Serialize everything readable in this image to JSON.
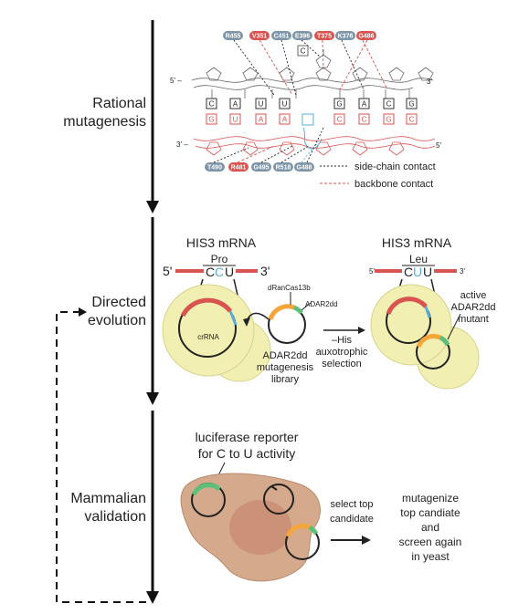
{
  "stages": {
    "rational": [
      "Rational",
      "mutagenesis"
    ],
    "directed": [
      "Directed",
      "evolution"
    ],
    "mammalian": [
      "Mammalian",
      "validation"
    ]
  },
  "rational": {
    "top_residues": [
      {
        "label": "R455",
        "color": "#7d95a6"
      },
      {
        "label": "V351",
        "color": "#d9534f"
      },
      {
        "label": "C451",
        "color": "#7d95a6"
      },
      {
        "label": "E396",
        "color": "#7d95a6"
      },
      {
        "label": "T375",
        "color": "#d9534f"
      },
      {
        "label": "K376",
        "color": "#7d95a6"
      },
      {
        "label": "G486",
        "color": "#d9534f"
      }
    ],
    "bottom_residues": [
      {
        "label": "T490",
        "color": "#7d95a6"
      },
      {
        "label": "R481",
        "color": "#d9534f"
      },
      {
        "label": "G495",
        "color": "#7d95a6"
      },
      {
        "label": "R518",
        "color": "#7d95a6"
      },
      {
        "label": "G488",
        "color": "#7d95a6"
      }
    ],
    "top_strand_bases": [
      "C",
      "A",
      "U",
      "U",
      "C",
      "G",
      "A",
      "C",
      "G"
    ],
    "bottom_strand_bases": [
      "G",
      "U",
      "A",
      "A",
      "C",
      "C",
      "G",
      "C"
    ],
    "single_base": "C",
    "top_5": "5' –",
    "top_3": "3'",
    "bottom_3": "3' –",
    "bottom_5": "5'",
    "legend": {
      "side_chain": "side-chain contact",
      "backbone": "backbone contact"
    }
  },
  "directed": {
    "left_mrna_title": "HIS3 mRNA",
    "left_aa": "Pro",
    "left_codon": [
      "C",
      "C",
      "U"
    ],
    "right_mrna_title": "HIS3 mRNA",
    "right_aa": "Leu",
    "right_codon": [
      "C",
      "U",
      "U"
    ],
    "five_prime": "5'",
    "three_prime": "3'",
    "crRNA": "crRNA",
    "dRanCas": "dRanCas13b",
    "adar_label": "ADAR2dd",
    "library": [
      "ADAR2dd",
      "mutagenesis",
      "library"
    ],
    "selection": [
      "–His",
      "auxotrophic",
      "selection"
    ],
    "active": [
      "active",
      "ADAR2dd",
      "mutant"
    ]
  },
  "mammalian": {
    "reporter": [
      "luciferase reporter",
      "for C to U activity"
    ],
    "select": [
      "select top",
      "candidate"
    ],
    "mutagenize": [
      "mutagenize",
      "top candiate",
      "and",
      "screen again",
      "in yeast"
    ]
  },
  "colors": {
    "red": "#d9534f",
    "slate": "#7d95a6",
    "blue": "#5aaedc",
    "yeast": "#f1efb2",
    "cell": "#d4a98c",
    "nucleus": "#c98e74",
    "orange": "#f5a63a",
    "green": "#5cc07a"
  }
}
